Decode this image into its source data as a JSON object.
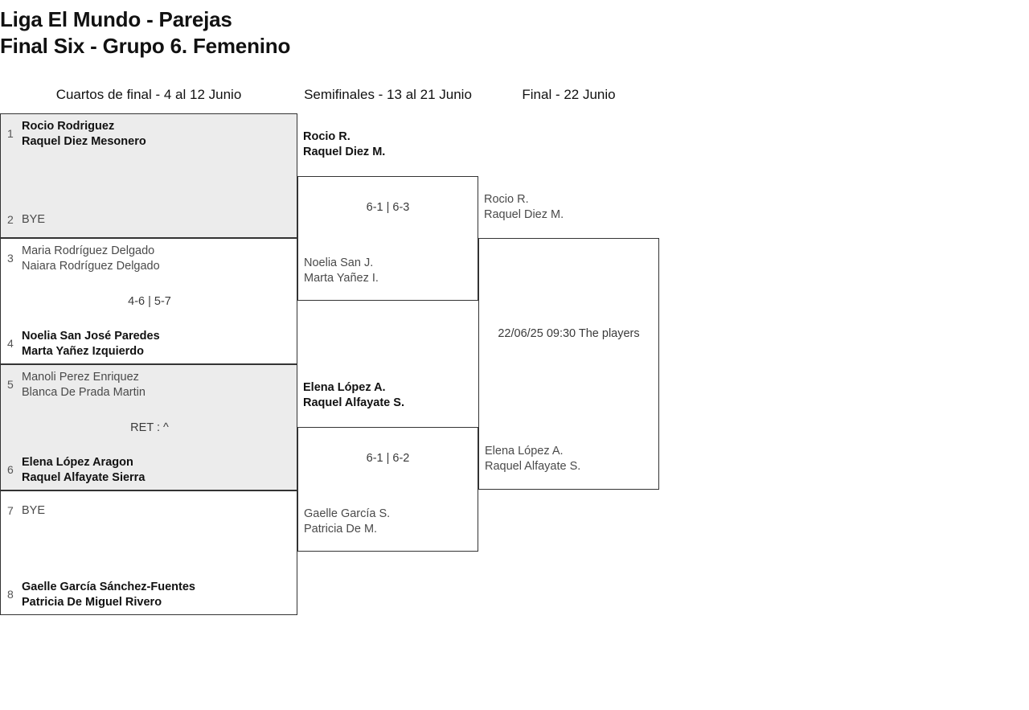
{
  "title": {
    "line1": "Liga El Mundo - Parejas",
    "line2": "Final Six - Grupo 6. Femenino"
  },
  "rounds": [
    {
      "header": "Cuartos de final - 4 al 12 Junio"
    },
    {
      "header": "Semifinales - 13 al 21 Junio"
    },
    {
      "header": "Final - 22 Junio"
    }
  ],
  "round1": {
    "matches": [
      {
        "top": {
          "seed": "1",
          "player1": "Rocio Rodriguez",
          "player2": "Raquel Diez Mesonero",
          "winner": true
        },
        "bottom": {
          "seed": "2",
          "bye": "BYE",
          "winner": false
        },
        "score": ""
      },
      {
        "top": {
          "seed": "3",
          "player1": "Maria Rodríguez Delgado",
          "player2": "Naiara Rodríguez Delgado",
          "winner": false
        },
        "bottom": {
          "seed": "4",
          "player1": "Noelia San José Paredes",
          "player2": "Marta Yañez Izquierdo",
          "winner": true
        },
        "score": "4-6 | 5-7"
      },
      {
        "top": {
          "seed": "5",
          "player1": "Manoli Perez Enriquez",
          "player2": "Blanca De Prada Martin",
          "winner": false
        },
        "bottom": {
          "seed": "6",
          "player1": "Elena López Aragon",
          "player2": "Raquel Alfayate Sierra",
          "winner": true
        },
        "score": "RET : ^"
      },
      {
        "top": {
          "seed": "7",
          "bye": "BYE",
          "winner": false
        },
        "bottom": {
          "seed": "8",
          "player1": "Gaelle García Sánchez-Fuentes",
          "player2": "Patricia De Miguel Rivero",
          "winner": true
        },
        "score": ""
      }
    ]
  },
  "round2": {
    "matches": [
      {
        "winner_team": {
          "player1": "Rocio R.",
          "player2": "Raquel Diez M."
        },
        "loser_team": {
          "player1": "Noelia San J.",
          "player2": "Marta Yañez I."
        },
        "score": "6-1 | 6-3"
      },
      {
        "winner_team": {
          "player1": "Elena López A.",
          "player2": "Raquel Alfayate S."
        },
        "loser_team": {
          "player1": "Gaelle García S.",
          "player2": "Patricia De M."
        },
        "score": "6-1 | 6-2"
      }
    ]
  },
  "round3": {
    "match": {
      "team_top": {
        "player1": "Rocio R.",
        "player2": "Raquel Diez M."
      },
      "team_bottom": {
        "player1": "Elena López A.",
        "player2": "Raquel Alfayate S."
      },
      "schedule": "22/06/25 09:30 The players"
    }
  },
  "colors": {
    "shaded_row": "#ececec",
    "border": "#333333",
    "winner_text": "#111111",
    "loser_text": "#4a4a4a",
    "seed_text": "#555555"
  }
}
